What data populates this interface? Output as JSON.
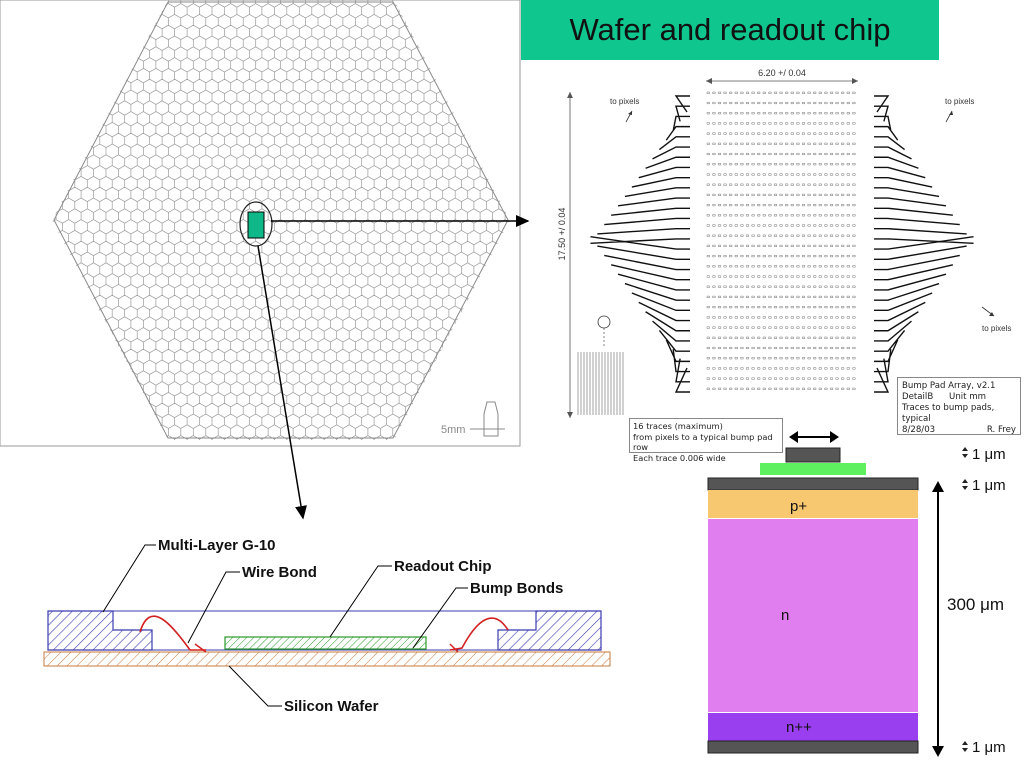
{
  "title": "Wafer and readout chip",
  "wafer": {
    "scale_label": "5mm",
    "colors": {
      "hex_stroke": "#9a9a9a",
      "chip": "#0fb888",
      "border": "#888888"
    }
  },
  "bump_pad_array": {
    "width_dim": "6.20 +/ 0.04",
    "height_dim": "17.50 +/ 0.04",
    "to_pixels_labels": [
      "to pixels",
      "to pixels",
      "to pixels"
    ],
    "info": {
      "name": "Bump Pad Array, v2.1",
      "detail": "DetailB",
      "unit": "Unit mm",
      "note": "Traces to bump pads, typical",
      "date": "8/28/03",
      "author": "R. Frey"
    },
    "trace_note": {
      "line1": "16 traces (maximum)",
      "line2": "from pixels to a typical bump pad row",
      "line3": "Each trace 0.006 wide"
    }
  },
  "cross_section": {
    "labels": {
      "g10": "Multi-Layer G-10",
      "wire_bond": "Wire Bond",
      "readout_chip": "Readout Chip",
      "bump_bonds": "Bump Bonds",
      "silicon_wafer": "Silicon Wafer"
    },
    "colors": {
      "g10": "#3b3bb0",
      "chip": "#2a9a2a",
      "wafer": "#c8783c",
      "wire": "#d22020"
    }
  },
  "sensor_layers": {
    "layers": [
      {
        "name": "metal_top",
        "label": "",
        "color": "#555555"
      },
      {
        "name": "p+",
        "label": "p+",
        "color": "#f8c870"
      },
      {
        "name": "n",
        "label": "n",
        "color": "#e07ef0"
      },
      {
        "name": "n++",
        "label": "n++",
        "color": "#9a3ff0"
      },
      {
        "name": "metal_bottom",
        "label": "",
        "color": "#555555"
      }
    ],
    "bump_color": "#5ef05e",
    "pad_color": "#555555",
    "dim_labels": {
      "top1": "1 μm",
      "top2": "1 μm",
      "thickness": "300 μm",
      "bottom": "1 μm"
    }
  }
}
